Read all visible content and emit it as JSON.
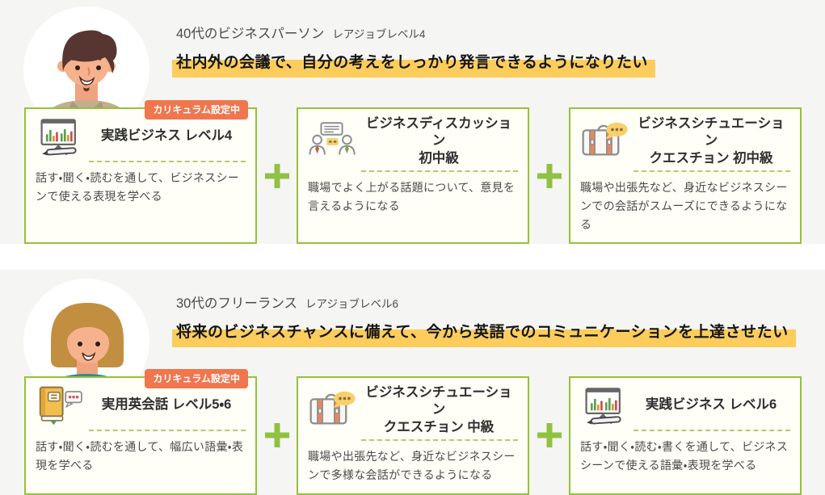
{
  "colors": {
    "section_bg": "#f5f5f3",
    "card_bg": "#fffef7",
    "card_border": "#95c13e",
    "plus_green": "#8fc241",
    "badge_bg": "#f0764e",
    "badge_text": "#ffffff",
    "highlight_yellow": "#fccd5b",
    "dashed_line": "#b5cc68",
    "heading_text": "#4b4b4b",
    "title_text": "#2e2e2e",
    "body_text": "#4a4a4a"
  },
  "icons": {
    "plus": "plus-icon",
    "section_0_avatar": "businessman-avatar",
    "section_1_avatar": "freelancer-woman-avatar"
  },
  "sections": [
    {
      "persona": "40代のビジネスパーソン",
      "level": "レアジョブレベル4",
      "goal": "社内外の会議で、自分の考えをしっかり発言できるようになりたい",
      "cards": [
        {
          "badge": "カリキュラム設定中",
          "icon": "presentation-chart-icon",
          "title": "実践ビジネス レベル4",
          "description": "話す・聞く・読むを通して、ビジネスシーンで使える表現を学べる"
        },
        {
          "icon": "discussion-people-icon",
          "title": "ビジネスディスカッション\n初中級",
          "description": "職場でよく上がる話題について、意見を言えるようになる"
        },
        {
          "icon": "briefcase-speech-icon",
          "title": "ビジネスシチュエーション\nクエスチョン 初中級",
          "description": "職場や出張先など、身近なビジネスシーンでの会話がスムーズにできるようになる"
        }
      ]
    },
    {
      "persona": "30代のフリーランス",
      "level": "レアジョブレベル6",
      "goal": "将来のビジネスチャンスに備えて、今から英語でのコミュニケーションを上達させたい",
      "cards": [
        {
          "badge": "カリキュラム設定中",
          "icon": "book-speech-icon",
          "title": "実用英会話 レベル5・6",
          "description": "話す・聞く・読むを通して、幅広い語彙・表現を学べる"
        },
        {
          "icon": "briefcase-speech-icon",
          "title": "ビジネスシチュエーション\nクエスチョン 中級",
          "description": "職場や出張先など、身近なビジネスシーンで多様な会話ができるようになる"
        },
        {
          "icon": "presentation-chart-icon",
          "title": "実践ビジネス レベル6",
          "description": "話す・聞く・読む・書くを通して、ビジネスシーンで使える語彙・表現を学べる"
        }
      ]
    }
  ]
}
